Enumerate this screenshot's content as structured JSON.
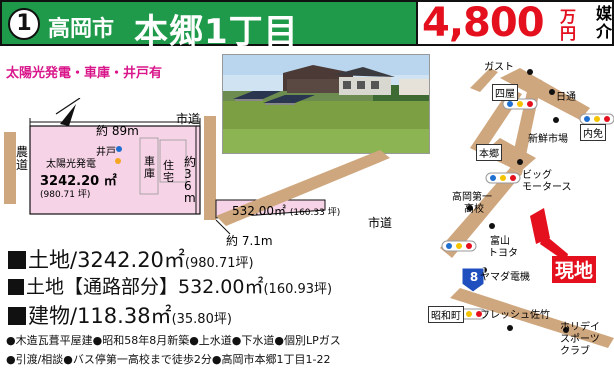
{
  "header": {
    "number": "1",
    "city": "高岡市",
    "address": "本郷1丁目",
    "price": "4,800",
    "price_unit": "万円",
    "agent_tag": "媒介"
  },
  "features": "太陽光発電・車庫・井戸有",
  "diagram": {
    "road_top": "市道",
    "road_right": "市道",
    "farm_road": "農道",
    "width_top": "約 89m",
    "depth_right": "約 36m",
    "well": "井戸",
    "solar": "太陽光発電",
    "area": "3242.20 ㎡",
    "area_tsubo": "(980.71 坪)",
    "garage": "車庫",
    "house": "住宅",
    "passage_area": "532.00㎡",
    "passage_tsubo": "(160.33 坪)",
    "passage_width": "約 7.1m",
    "colors": {
      "lot_fill": "#f6d3e6",
      "road_fill": "#cfa77e"
    }
  },
  "info": {
    "land_label": "土地/3242.20㎡",
    "land_tsubo": "(980.71坪)",
    "passage_label": "土地【通路部分】532.00㎡",
    "passage_tsubo": "(160.93坪)",
    "building_label": "建物/118.38㎡",
    "building_tsubo": "(35.80坪)",
    "notes_line1": "●木造瓦葺平屋建●昭和58年8月新築●上水道●下水道●個別LPガス",
    "notes_line2": "●引渡/相談●バス停第一高校まで徒歩2分●高岡市本郷1丁目1-22"
  },
  "map": {
    "gasuto": "ガスト",
    "shiya": "四屋",
    "nikkou": "日通",
    "shinsen": "新鮮市場",
    "uchimen": "内免",
    "big": "ビッグ",
    "motors": "モータース",
    "hongou": "本郷",
    "takaoka_1": "高岡第一",
    "koukou": "高校",
    "toyama": "富山",
    "toyota": "トヨタ",
    "yamada": "ヤマダ電機",
    "route": "8",
    "genchi": "現地",
    "showa": "昭和町",
    "fresh": "フレッシュ佐竹",
    "holiday1": "ホリデイ",
    "holiday2": "スポーツ",
    "holiday3": "クラブ"
  }
}
